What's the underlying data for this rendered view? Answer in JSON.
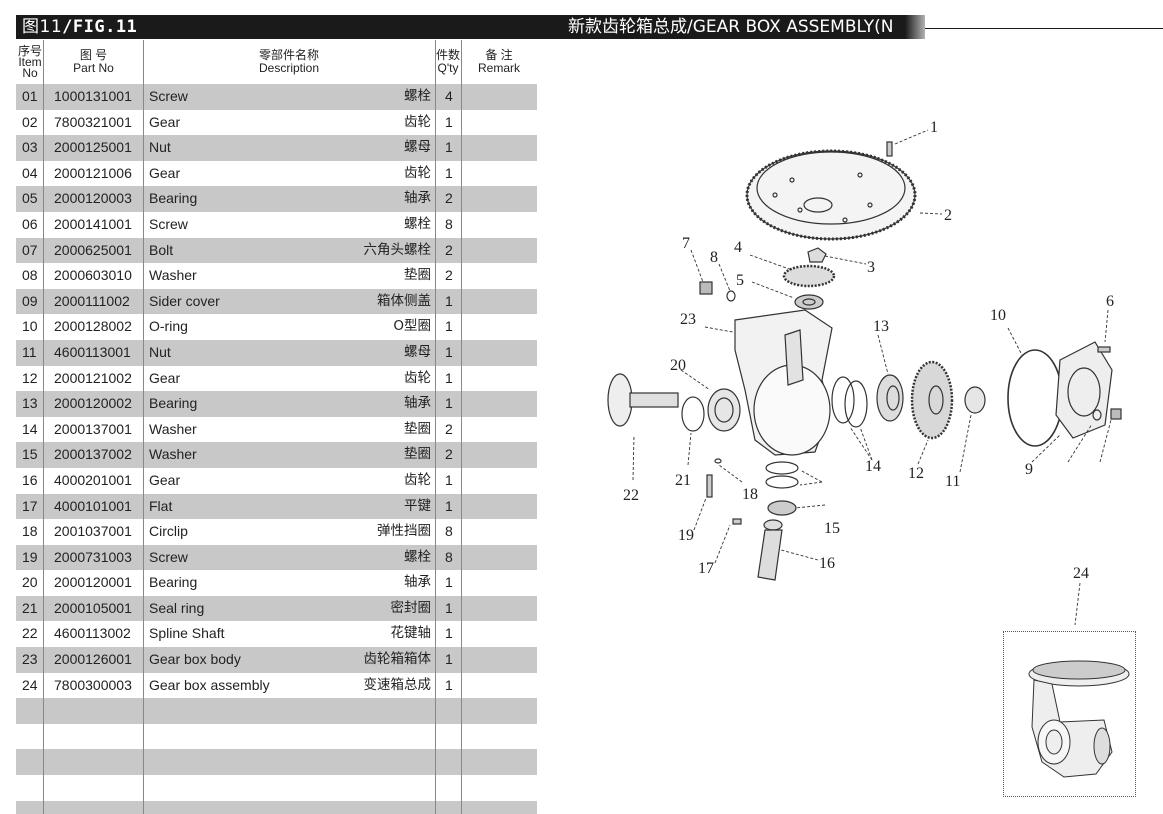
{
  "header": {
    "fig_cn": "图",
    "fig_num": "11",
    "fig_en": "/FIG.11",
    "title": "新款齿轮箱总成/GEAR BOX ASSEMBLY(N"
  },
  "columns": {
    "item_cn": "序号",
    "item_en1": "Item",
    "item_en2": "No",
    "part_cn": "图    号",
    "part_en": "Part No",
    "desc_cn": "零部件名称",
    "desc_en": "Description",
    "qty_cn": "件数",
    "qty_en": "Q'ty",
    "remark_cn": "备    注",
    "remark_en": "Remark"
  },
  "parts": [
    {
      "no": "01",
      "part": "1000131001",
      "desc": "Screw",
      "cn": "螺栓",
      "qty": "4"
    },
    {
      "no": "02",
      "part": "7800321001",
      "desc": "Gear",
      "cn": "齿轮",
      "qty": "1"
    },
    {
      "no": "03",
      "part": "2000125001",
      "desc": "Nut",
      "cn": "螺母",
      "qty": "1"
    },
    {
      "no": "04",
      "part": "2000121006",
      "desc": "Gear",
      "cn": "齿轮",
      "qty": "1"
    },
    {
      "no": "05",
      "part": "2000120003",
      "desc": "Bearing",
      "cn": "轴承",
      "qty": "2"
    },
    {
      "no": "06",
      "part": "2000141001",
      "desc": "Screw",
      "cn": "螺栓",
      "qty": "8"
    },
    {
      "no": "07",
      "part": "2000625001",
      "desc": "Bolt",
      "cn": "六角头螺栓",
      "qty": "2"
    },
    {
      "no": "08",
      "part": "2000603010",
      "desc": "Washer",
      "cn": "垫圈",
      "qty": "2"
    },
    {
      "no": "09",
      "part": "2000111002",
      "desc": "Sider cover",
      "cn": "箱体侧盖",
      "qty": "1"
    },
    {
      "no": "10",
      "part": "2000128002",
      "desc": "O-ring",
      "cn": "O型圈",
      "qty": "1"
    },
    {
      "no": "11",
      "part": "4600113001",
      "desc": "Nut",
      "cn": "螺母",
      "qty": "1"
    },
    {
      "no": "12",
      "part": "2000121002",
      "desc": "Gear",
      "cn": "齿轮",
      "qty": "1"
    },
    {
      "no": "13",
      "part": "2000120002",
      "desc": "Bearing",
      "cn": "轴承",
      "qty": "1"
    },
    {
      "no": "14",
      "part": "2000137001",
      "desc": "Washer",
      "cn": "垫圈",
      "qty": "2"
    },
    {
      "no": "15",
      "part": "2000137002",
      "desc": "Washer",
      "cn": "垫圈",
      "qty": "2"
    },
    {
      "no": "16",
      "part": "4000201001",
      "desc": "Gear",
      "cn": "齿轮",
      "qty": "1"
    },
    {
      "no": "17",
      "part": "4000101001",
      "desc": "Flat",
      "cn": "平键",
      "qty": "1"
    },
    {
      "no": "18",
      "part": "2001037001",
      "desc": "Circlip",
      "cn": "弹性挡圈",
      "qty": "8"
    },
    {
      "no": "19",
      "part": "2000731003",
      "desc": "Screw",
      "cn": "螺栓",
      "qty": "8"
    },
    {
      "no": "20",
      "part": "2000120001",
      "desc": "Bearing",
      "cn": "轴承",
      "qty": "1"
    },
    {
      "no": "21",
      "part": "2000105001",
      "desc": "Seal ring",
      "cn": "密封圈",
      "qty": "1"
    },
    {
      "no": "22",
      "part": "4600113002",
      "desc": "Spline Shaft",
      "cn": "花键轴",
      "qty": "1"
    },
    {
      "no": "23",
      "part": "2000126001",
      "desc": "Gear box body",
      "cn": "齿轮箱箱体",
      "qty": "1"
    },
    {
      "no": "24",
      "part": "7800300003",
      "desc": "Gear box assembly",
      "cn": "变速箱总成",
      "qty": "1"
    }
  ],
  "callouts": [
    "1",
    "2",
    "3",
    "4",
    "5",
    "6",
    "7",
    "8",
    "10",
    "13",
    "20",
    "23",
    "21",
    "22",
    "18",
    "19",
    "17",
    "16",
    "15",
    "14",
    "12",
    "11",
    "9",
    "24"
  ],
  "colors": {
    "row_shade": "#c8c8c8",
    "bar": "#1a1a1a"
  }
}
